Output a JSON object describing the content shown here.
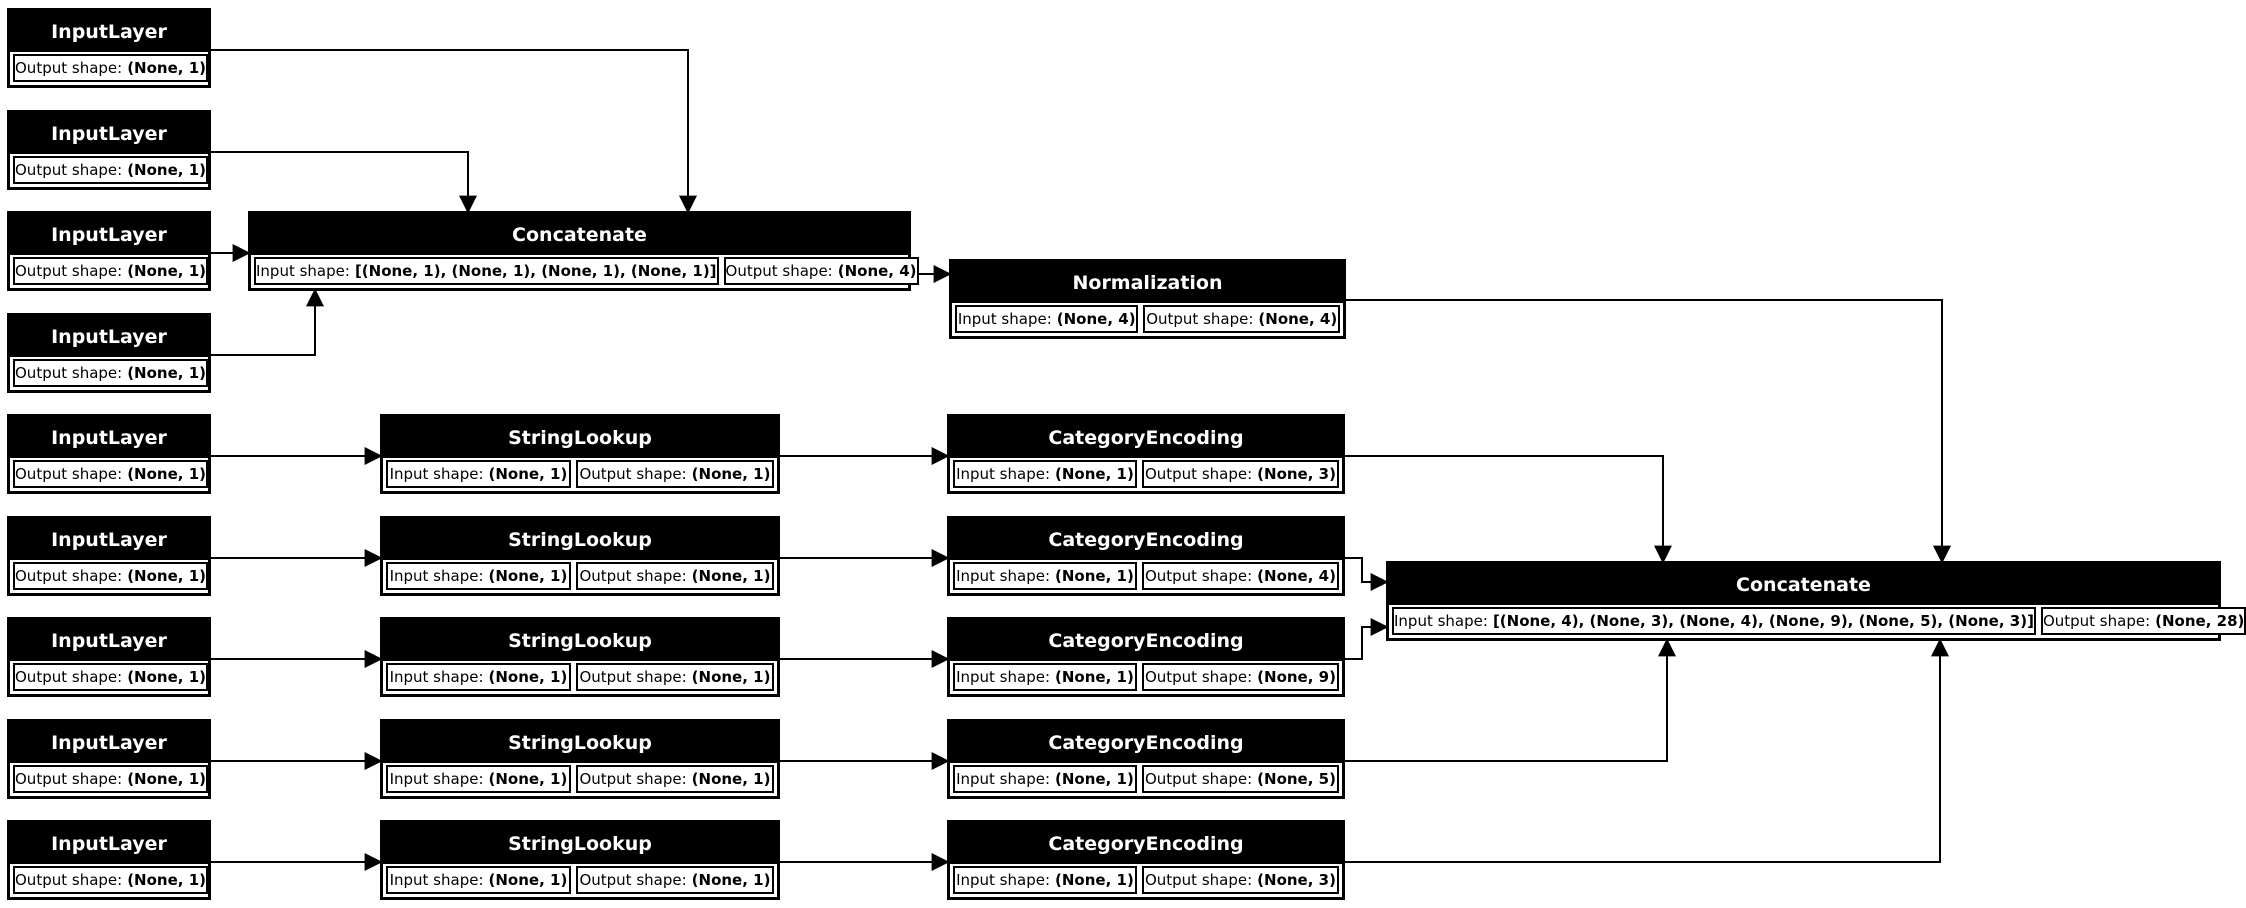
{
  "diagram": {
    "background": "#ffffff",
    "line_color": "#000000",
    "header_bg": "#000000",
    "header_text_color": "#ffffff"
  },
  "nodes": [
    {
      "id": "input_layer_1",
      "title": "InputLayer",
      "cells": [
        {
          "label": "Output shape:",
          "value": "(None, 1)"
        }
      ]
    },
    {
      "id": "input_layer_2",
      "title": "InputLayer",
      "cells": [
        {
          "label": "Output shape:",
          "value": "(None, 1)"
        }
      ]
    },
    {
      "id": "input_layer_3",
      "title": "InputLayer",
      "cells": [
        {
          "label": "Output shape:",
          "value": "(None, 1)"
        }
      ]
    },
    {
      "id": "input_layer_4",
      "title": "InputLayer",
      "cells": [
        {
          "label": "Output shape:",
          "value": "(None, 1)"
        }
      ]
    },
    {
      "id": "input_layer_5",
      "title": "InputLayer",
      "cells": [
        {
          "label": "Output shape:",
          "value": "(None, 1)"
        }
      ]
    },
    {
      "id": "input_layer_6",
      "title": "InputLayer",
      "cells": [
        {
          "label": "Output shape:",
          "value": "(None, 1)"
        }
      ]
    },
    {
      "id": "input_layer_7",
      "title": "InputLayer",
      "cells": [
        {
          "label": "Output shape:",
          "value": "(None, 1)"
        }
      ]
    },
    {
      "id": "input_layer_8",
      "title": "InputLayer",
      "cells": [
        {
          "label": "Output shape:",
          "value": "(None, 1)"
        }
      ]
    },
    {
      "id": "input_layer_9",
      "title": "InputLayer",
      "cells": [
        {
          "label": "Output shape:",
          "value": "(None, 1)"
        }
      ]
    },
    {
      "id": "concatenate_1",
      "title": "Concatenate",
      "cells": [
        {
          "label": "Input shape:",
          "value": "[(None, 1), (None, 1), (None, 1), (None, 1)]"
        },
        {
          "label": "Output shape:",
          "value": "(None, 4)"
        }
      ]
    },
    {
      "id": "normalization",
      "title": "Normalization",
      "cells": [
        {
          "label": "Input shape:",
          "value": "(None, 4)"
        },
        {
          "label": "Output shape:",
          "value": "(None, 4)"
        }
      ]
    },
    {
      "id": "string_lookup_1",
      "title": "StringLookup",
      "cells": [
        {
          "label": "Input shape:",
          "value": "(None, 1)"
        },
        {
          "label": "Output shape:",
          "value": "(None, 1)"
        }
      ]
    },
    {
      "id": "string_lookup_2",
      "title": "StringLookup",
      "cells": [
        {
          "label": "Input shape:",
          "value": "(None, 1)"
        },
        {
          "label": "Output shape:",
          "value": "(None, 1)"
        }
      ]
    },
    {
      "id": "string_lookup_3",
      "title": "StringLookup",
      "cells": [
        {
          "label": "Input shape:",
          "value": "(None, 1)"
        },
        {
          "label": "Output shape:",
          "value": "(None, 1)"
        }
      ]
    },
    {
      "id": "string_lookup_4",
      "title": "StringLookup",
      "cells": [
        {
          "label": "Input shape:",
          "value": "(None, 1)"
        },
        {
          "label": "Output shape:",
          "value": "(None, 1)"
        }
      ]
    },
    {
      "id": "string_lookup_5",
      "title": "StringLookup",
      "cells": [
        {
          "label": "Input shape:",
          "value": "(None, 1)"
        },
        {
          "label": "Output shape:",
          "value": "(None, 1)"
        }
      ]
    },
    {
      "id": "category_encoding_1",
      "title": "CategoryEncoding",
      "cells": [
        {
          "label": "Input shape:",
          "value": "(None, 1)"
        },
        {
          "label": "Output shape:",
          "value": "(None, 3)"
        }
      ]
    },
    {
      "id": "category_encoding_2",
      "title": "CategoryEncoding",
      "cells": [
        {
          "label": "Input shape:",
          "value": "(None, 1)"
        },
        {
          "label": "Output shape:",
          "value": "(None, 4)"
        }
      ]
    },
    {
      "id": "category_encoding_3",
      "title": "CategoryEncoding",
      "cells": [
        {
          "label": "Input shape:",
          "value": "(None, 1)"
        },
        {
          "label": "Output shape:",
          "value": "(None, 9)"
        }
      ]
    },
    {
      "id": "category_encoding_4",
      "title": "CategoryEncoding",
      "cells": [
        {
          "label": "Input shape:",
          "value": "(None, 1)"
        },
        {
          "label": "Output shape:",
          "value": "(None, 5)"
        }
      ]
    },
    {
      "id": "category_encoding_5",
      "title": "CategoryEncoding",
      "cells": [
        {
          "label": "Input shape:",
          "value": "(None, 1)"
        },
        {
          "label": "Output shape:",
          "value": "(None, 3)"
        }
      ]
    },
    {
      "id": "concatenate_2",
      "title": "Concatenate",
      "cells": [
        {
          "label": "Input shape:",
          "value": "[(None, 4), (None, 3), (None, 4), (None, 9), (None, 5), (None, 3)]"
        },
        {
          "label": "Output shape:",
          "value": "(None, 28)"
        }
      ]
    }
  ],
  "edges": [
    {
      "from": "input_layer_1",
      "to": "concatenate_1"
    },
    {
      "from": "input_layer_2",
      "to": "concatenate_1"
    },
    {
      "from": "input_layer_3",
      "to": "concatenate_1"
    },
    {
      "from": "input_layer_4",
      "to": "concatenate_1"
    },
    {
      "from": "concatenate_1",
      "to": "normalization"
    },
    {
      "from": "normalization",
      "to": "concatenate_2"
    },
    {
      "from": "input_layer_5",
      "to": "string_lookup_1"
    },
    {
      "from": "input_layer_6",
      "to": "string_lookup_2"
    },
    {
      "from": "input_layer_7",
      "to": "string_lookup_3"
    },
    {
      "from": "input_layer_8",
      "to": "string_lookup_4"
    },
    {
      "from": "input_layer_9",
      "to": "string_lookup_5"
    },
    {
      "from": "string_lookup_1",
      "to": "category_encoding_1"
    },
    {
      "from": "string_lookup_2",
      "to": "category_encoding_2"
    },
    {
      "from": "string_lookup_3",
      "to": "category_encoding_3"
    },
    {
      "from": "string_lookup_4",
      "to": "category_encoding_4"
    },
    {
      "from": "string_lookup_5",
      "to": "category_encoding_5"
    },
    {
      "from": "category_encoding_1",
      "to": "concatenate_2"
    },
    {
      "from": "category_encoding_2",
      "to": "concatenate_2"
    },
    {
      "from": "category_encoding_3",
      "to": "concatenate_2"
    },
    {
      "from": "category_encoding_4",
      "to": "concatenate_2"
    },
    {
      "from": "category_encoding_5",
      "to": "concatenate_2"
    }
  ]
}
